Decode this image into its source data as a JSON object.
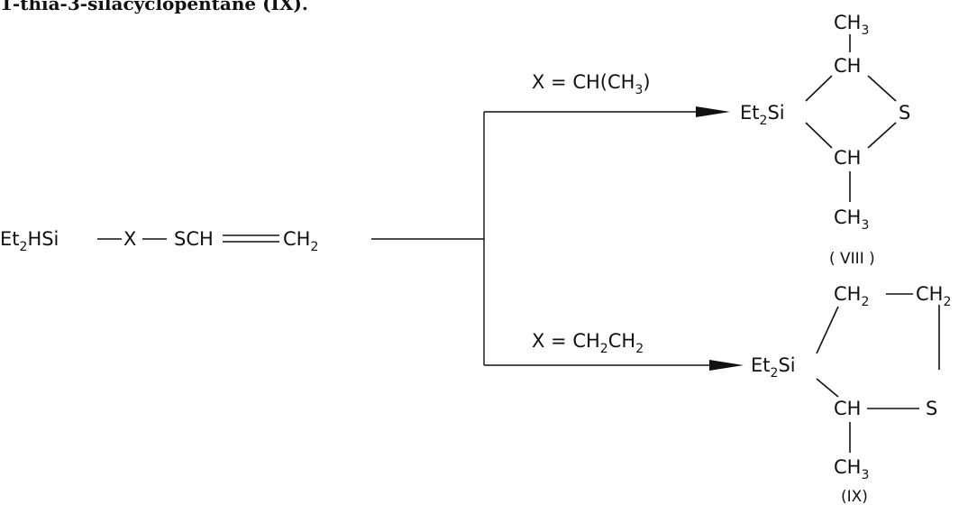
{
  "caption": "1-thia-3-silacyclopentane (IX).",
  "reactant": {
    "et2hsi": {
      "main": "Et",
      "sub": "2",
      "rest": "HSi"
    },
    "x": "X",
    "sch": "SCH",
    "ch2": {
      "main": "CH",
      "sub": "2"
    }
  },
  "upper_branch": {
    "condition": {
      "lhs": "X = CH(CH",
      "sub": "3",
      "rhs": ")"
    },
    "product": {
      "et2si": {
        "main": "Et",
        "sub": "2",
        "rest": "Si"
      },
      "ch_top": "CH",
      "ch3_top": {
        "main": "CH",
        "sub": "3"
      },
      "s": "S",
      "ch_bottom": "CH",
      "ch3_bottom": {
        "main": "CH",
        "sub": "3"
      },
      "label": "( VIII )"
    }
  },
  "lower_branch": {
    "condition": {
      "lhs": "X = CH",
      "sub1": "2",
      "mid": "CH",
      "sub2": "2"
    },
    "product": {
      "et2si": {
        "main": "Et",
        "sub": "2",
        "rest": "Si"
      },
      "ch2_a": {
        "main": "CH",
        "sub": "2"
      },
      "ch2_b": {
        "main": "CH",
        "sub": "2"
      },
      "ch": "CH",
      "s": "S",
      "ch3": {
        "main": "CH",
        "sub": "3"
      },
      "label": "(IX)"
    }
  }
}
